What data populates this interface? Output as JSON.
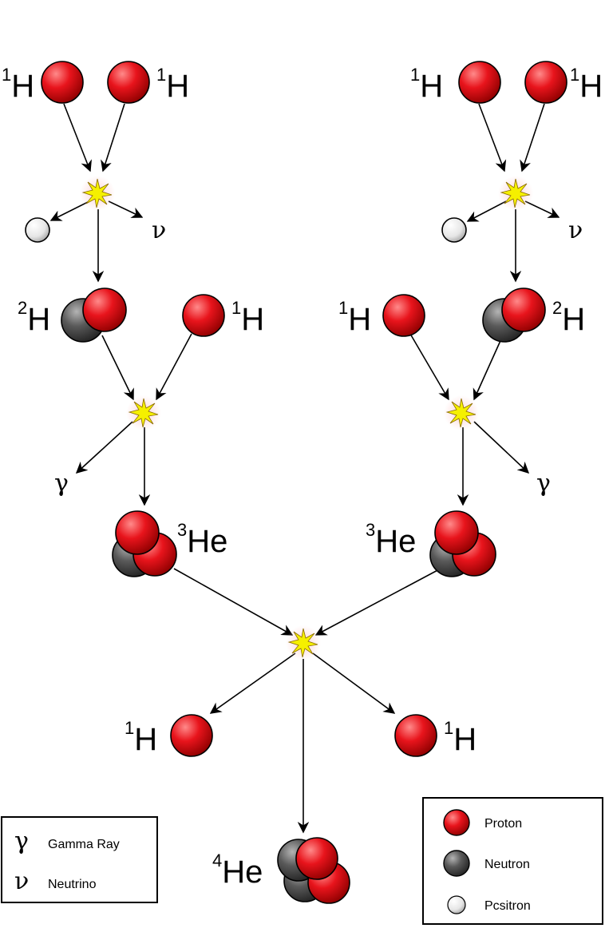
{
  "labels": {
    "h1": "H",
    "h1_mass": "1",
    "h2": "H",
    "h2_mass": "2",
    "he3": "He",
    "he3_mass": "3",
    "he4": "He",
    "he4_mass": "4",
    "gamma": "γ",
    "nu": "ν"
  },
  "legend_left": {
    "items": [
      {
        "symbol": "γ",
        "label": "Gamma Ray"
      },
      {
        "symbol": "ν",
        "label": "Neutrino"
      }
    ]
  },
  "legend_right": {
    "items": [
      {
        "icon": "proton-icon",
        "label": "Proton"
      },
      {
        "icon": "neutron-icon",
        "label": "Neutron"
      },
      {
        "icon": "positron-icon",
        "label": "Pcsitron"
      }
    ]
  },
  "colors": {
    "proton": "#e8141c",
    "neutron": "#5a5a5a",
    "positron": "#f0f0f0",
    "flash": "#f5f000"
  }
}
